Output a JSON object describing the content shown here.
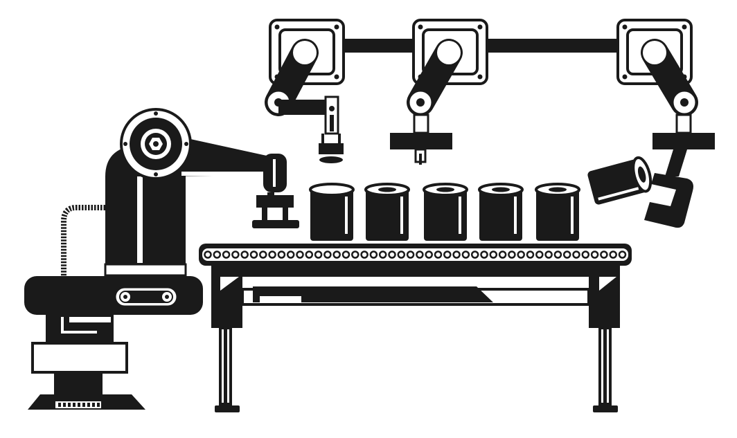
{
  "illustration": {
    "subject": "industrial-robot-assembly-line",
    "style": "monochrome-silhouette",
    "colors": {
      "ink": "#1a1a1a",
      "paper": "#ffffff"
    },
    "overhead_robot_arms": 3,
    "canisters_on_conveyor": 5,
    "canister_held_by_gripper": 1,
    "floor_robot_arms": 1
  }
}
